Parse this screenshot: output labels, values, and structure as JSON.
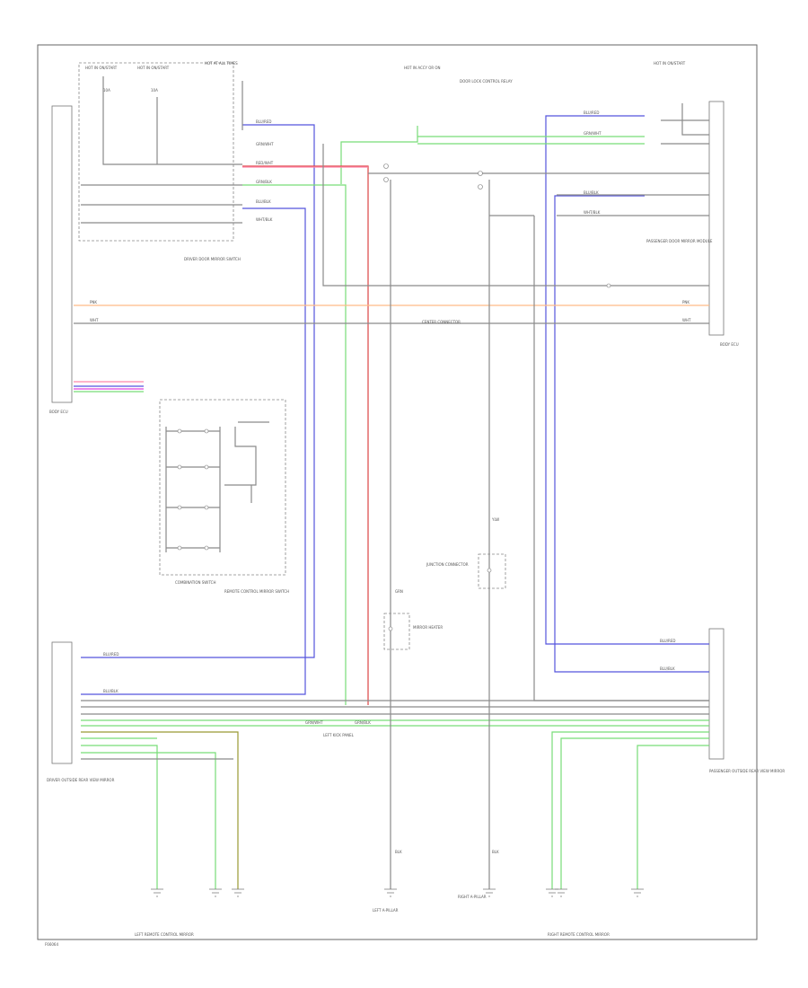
{
  "diagram": {
    "figure_id": "F66064",
    "colors": {
      "blue": "#5555dd",
      "green": "#77dd77",
      "red": "#dd4444",
      "pink": "#ff88aa",
      "orange": "#ffbb88",
      "magenta": "#dd44dd",
      "olive": "#999933",
      "black": "#888888"
    },
    "labels": {
      "fuse_left_1": "HOT IN ON/START",
      "fuse_left_1b": "10A",
      "fuse_left_2": "HOT IN ON/START",
      "fuse_left_2b": "10A",
      "fuse_left_3": "HOT AT ALL TIMES",
      "fuse_top_center": "HOT IN ACCY OR ON",
      "fuse_top_right": "HOT IN ON/START",
      "power_door_lock": "DOOR LOCK CONTROL RELAY",
      "driver_door_module": "DRIVER DOOR MIRROR SWITCH",
      "passenger_door_module": "PASSENGER DOOR MIRROR MODULE",
      "body_ecu": "BODY ECU",
      "body_ecu_right": "BODY ECU",
      "junction_connector": "JUNCTION CONNECTOR",
      "combination_switch": "COMBINATION SWITCH",
      "remote_control_switch": "REMOTE CONTROL MIRROR SWITCH",
      "driver_mirror": "DRIVER OUTSIDE REAR VIEW MIRROR",
      "passenger_mirror": "PASSENGER OUTSIDE REAR VIEW MIRROR",
      "left_mirror_motor": "LEFT REMOTE CONTROL MIRROR",
      "right_mirror_motor": "RIGHT REMOTE CONTROL MIRROR",
      "center_connector": "CENTER CONNECTOR",
      "left_kick_panel": "LEFT KICK PANEL",
      "left_ground": "LEFT A-PILLAR",
      "right_ground": "RIGHT A-PILLAR",
      "mirror_heater": "MIRROR HEATER"
    },
    "wire_labels": {
      "blu_red": "BLU/RED",
      "grn_wht": "GRN/WHT",
      "red_wht": "RED/WHT",
      "grn_blk": "GRN/BLK",
      "blu_blk": "BLU/BLK",
      "wht_blk": "WHT/BLK",
      "grn": "GRN",
      "wht": "WHT",
      "pnk": "PNK",
      "blk": "BLK",
      "ylw": "YLW"
    }
  }
}
